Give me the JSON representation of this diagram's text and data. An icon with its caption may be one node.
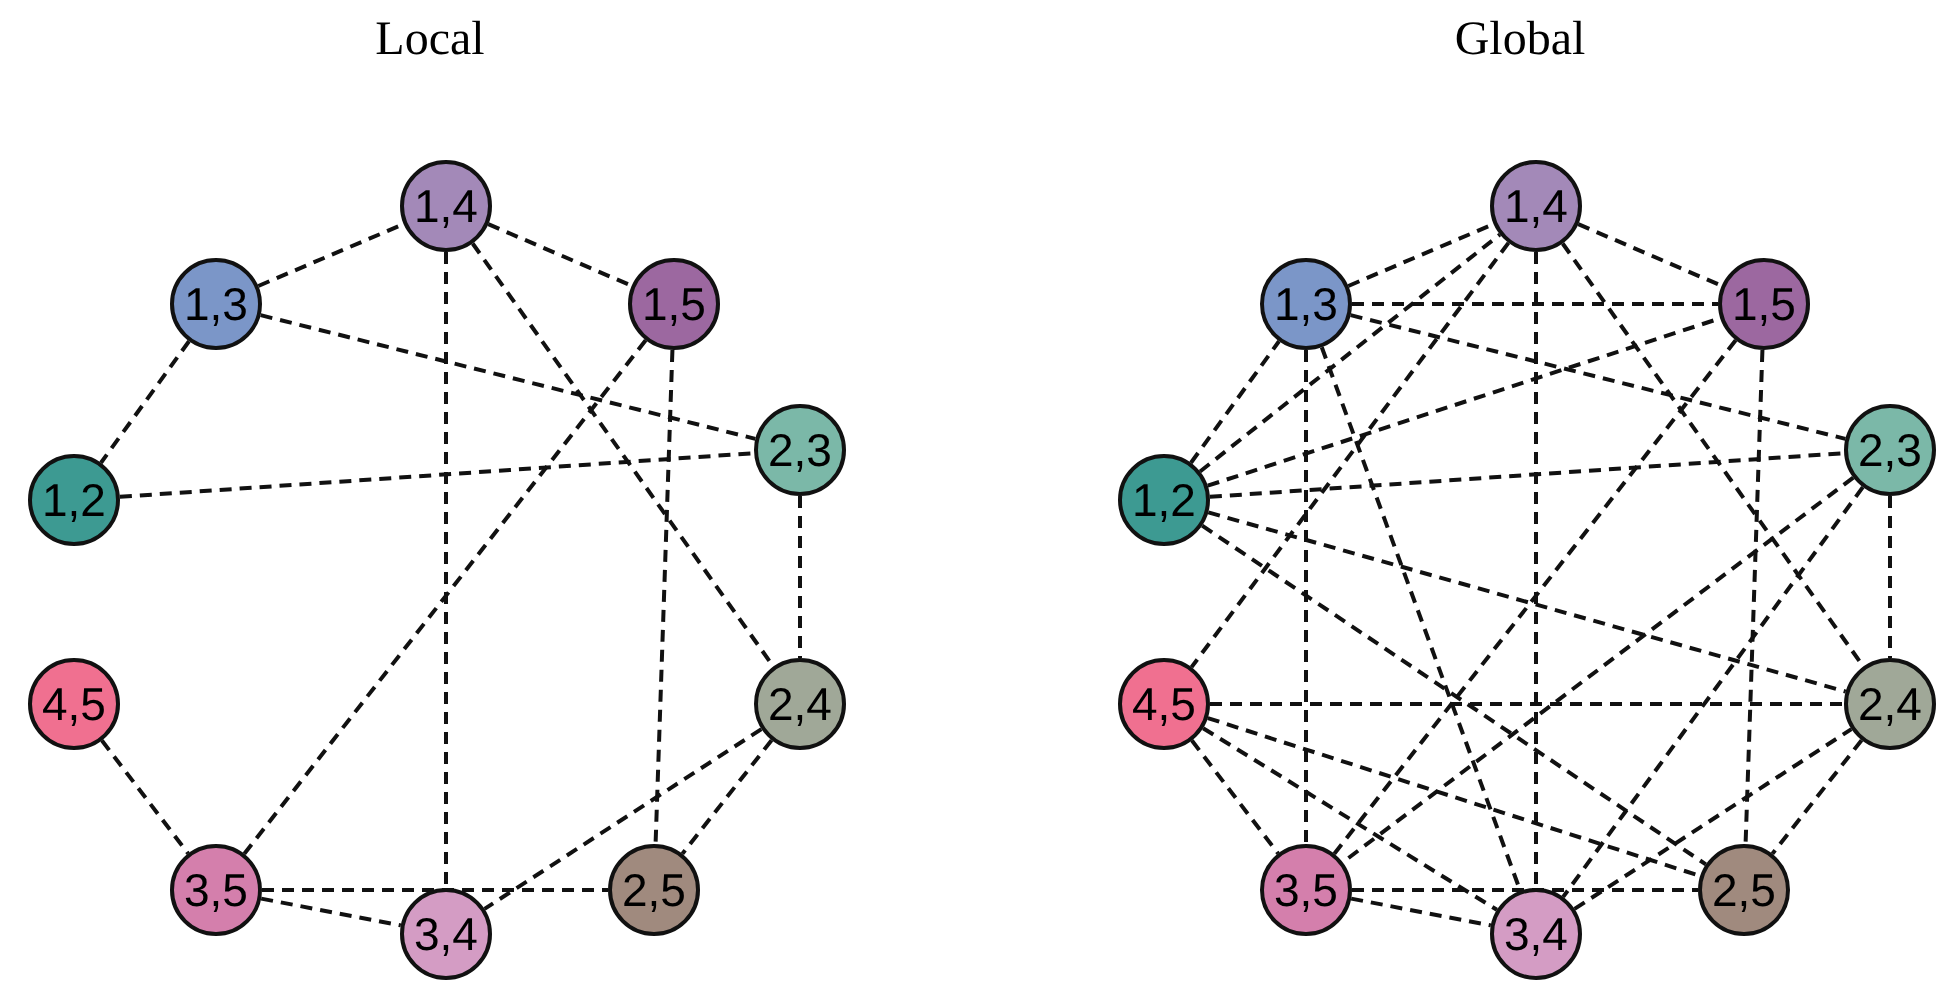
{
  "diagram": {
    "nodes": [
      {
        "text": [
          "Local"
        ]
      },
      {
        "text": [
          "1,4"
        ],
        "in": 0
      },
      {
        "text": [
          "1,3"
        ],
        "in": 0
      },
      {
        "text": [
          "1,5"
        ],
        "in": 0
      },
      {
        "text": [
          "2,3"
        ],
        "in": 0
      },
      {
        "text": [
          "1,2"
        ],
        "in": 0
      },
      {
        "text": [
          "4,5"
        ],
        "in": 0
      },
      {
        "text": [
          "2,4"
        ],
        "in": 0
      },
      {
        "text": [
          "3,5"
        ],
        "in": 0
      },
      {
        "text": [
          "2,5"
        ],
        "in": 0
      },
      {
        "text": [
          "3,4"
        ],
        "in": 0
      },
      {
        "text": [
          "Global"
        ]
      },
      {
        "text": [
          "1,4"
        ],
        "in": 11
      },
      {
        "text": [
          "1,3"
        ],
        "in": 11
      },
      {
        "text": [
          "1,5"
        ],
        "in": 11
      },
      {
        "text": [
          "2,3"
        ],
        "in": 11
      },
      {
        "text": [
          "1,2"
        ],
        "in": 11
      },
      {
        "text": [
          "4,5"
        ],
        "in": 11
      },
      {
        "text": [
          "2,4"
        ],
        "in": 11
      },
      {
        "text": [
          "3,5"
        ],
        "in": 11
      },
      {
        "text": [
          "2,5"
        ],
        "in": 11
      },
      {
        "text": [
          "3,4"
        ],
        "in": 11
      }
    ],
    "edges": [
      {
        "from": 2,
        "to": 1,
        "arrow": "none",
        "style": "dashed"
      },
      {
        "from": 1,
        "to": 3,
        "arrow": "none",
        "style": "dashed"
      },
      {
        "from": 2,
        "to": 5,
        "arrow": "none",
        "style": "dashed"
      },
      {
        "from": 2,
        "to": 4,
        "arrow": "none",
        "style": "dashed"
      },
      {
        "from": 5,
        "to": 4,
        "arrow": "none",
        "style": "dashed"
      },
      {
        "from": 1,
        "to": 10,
        "arrow": "none",
        "style": "dashed"
      },
      {
        "from": 1,
        "to": 7,
        "arrow": "none",
        "style": "dashed"
      },
      {
        "from": 3,
        "to": 8,
        "arrow": "none",
        "style": "dashed"
      },
      {
        "from": 3,
        "to": 9,
        "arrow": "none",
        "style": "dashed"
      },
      {
        "from": 4,
        "to": 7,
        "arrow": "none",
        "style": "dashed"
      },
      {
        "from": 7,
        "to": 10,
        "arrow": "none",
        "style": "dashed"
      },
      {
        "from": 7,
        "to": 9,
        "arrow": "none",
        "style": "dashed"
      },
      {
        "from": 8,
        "to": 9,
        "arrow": "none",
        "style": "dashed"
      },
      {
        "from": 6,
        "to": 8,
        "arrow": "none",
        "style": "dashed"
      },
      {
        "from": 8,
        "to": 10,
        "arrow": "none",
        "style": "dashed"
      },
      {
        "from": 13,
        "to": 12,
        "arrow": "none",
        "style": "dashed"
      },
      {
        "from": 12,
        "to": 14,
        "arrow": "none",
        "style": "dashed"
      },
      {
        "from": 16,
        "to": 13,
        "arrow": "none",
        "style": "dashed"
      },
      {
        "from": 13,
        "to": 14,
        "arrow": "none",
        "style": "dashed"
      },
      {
        "from": 13,
        "to": 15,
        "arrow": "none",
        "style": "dashed"
      },
      {
        "from": 13,
        "to": 19,
        "arrow": "none",
        "style": "dashed"
      },
      {
        "from": 13,
        "to": 21,
        "arrow": "none",
        "style": "dashed"
      },
      {
        "from": 16,
        "to": 12,
        "arrow": "none",
        "style": "dashed"
      },
      {
        "from": 16,
        "to": 14,
        "arrow": "none",
        "style": "dashed"
      },
      {
        "from": 16,
        "to": 15,
        "arrow": "none",
        "style": "dashed"
      },
      {
        "from": 16,
        "to": 18,
        "arrow": "none",
        "style": "dashed"
      },
      {
        "from": 16,
        "to": 20,
        "arrow": "none",
        "style": "dashed"
      },
      {
        "from": 12,
        "to": 21,
        "arrow": "none",
        "style": "dashed"
      },
      {
        "from": 12,
        "to": 18,
        "arrow": "none",
        "style": "dashed"
      },
      {
        "from": 12,
        "to": 17,
        "arrow": "none",
        "style": "dashed"
      },
      {
        "from": 14,
        "to": 20,
        "arrow": "none",
        "style": "dashed"
      },
      {
        "from": 14,
        "to": 19,
        "arrow": "none",
        "style": "dashed"
      },
      {
        "from": 15,
        "to": 18,
        "arrow": "none",
        "style": "dashed"
      },
      {
        "from": 15,
        "to": 19,
        "arrow": "none",
        "style": "dashed"
      },
      {
        "from": 15,
        "to": 21,
        "arrow": "none",
        "style": "dashed"
      },
      {
        "from": 17,
        "to": 18,
        "arrow": "none",
        "style": "dashed"
      },
      {
        "from": 17,
        "to": 20,
        "arrow": "none",
        "style": "dashed"
      },
      {
        "from": 17,
        "to": 21,
        "arrow": "none",
        "style": "dashed"
      },
      {
        "from": 17,
        "to": 19,
        "arrow": "none",
        "style": "dashed"
      },
      {
        "from": 19,
        "to": 21,
        "arrow": "none",
        "style": "dashed"
      },
      {
        "from": 19,
        "to": 20,
        "arrow": "none",
        "style": "dashed"
      },
      {
        "from": 21,
        "to": 18,
        "arrow": "none",
        "style": "dashed"
      },
      {
        "from": 18,
        "to": 20,
        "arrow": "none",
        "style": "dashed"
      }
    ]
  }
}
